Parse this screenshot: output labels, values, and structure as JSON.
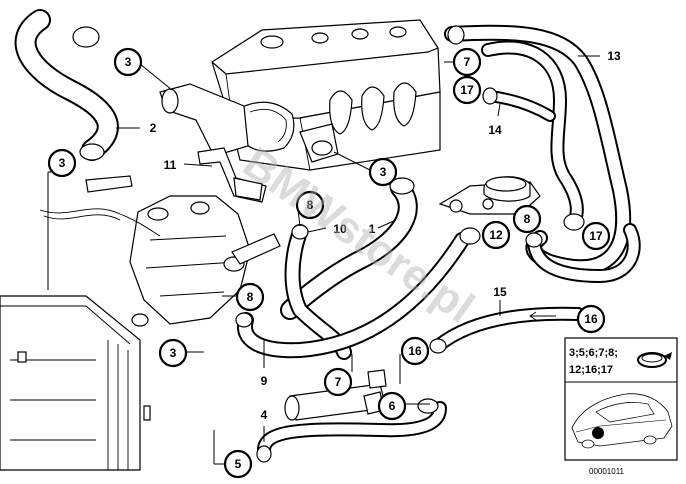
{
  "callouts": [
    {
      "id": "c3a",
      "label": "3"
    },
    {
      "id": "c3b",
      "label": "3"
    },
    {
      "id": "c3c",
      "label": "3"
    },
    {
      "id": "c3d",
      "label": "3"
    },
    {
      "id": "c7a",
      "label": "7"
    },
    {
      "id": "c17a",
      "label": "17"
    },
    {
      "id": "c8a",
      "label": "8"
    },
    {
      "id": "c8b",
      "label": "8"
    },
    {
      "id": "c8c",
      "label": "8"
    },
    {
      "id": "c12",
      "label": "12"
    },
    {
      "id": "c17b",
      "label": "17"
    },
    {
      "id": "c16a",
      "label": "16"
    },
    {
      "id": "c16b",
      "label": "16"
    },
    {
      "id": "c7b",
      "label": "7"
    },
    {
      "id": "c6",
      "label": "6"
    },
    {
      "id": "c5",
      "label": "5"
    }
  ],
  "plain_labels": [
    {
      "id": "l2",
      "label": "2"
    },
    {
      "id": "l11",
      "label": "11"
    },
    {
      "id": "l13",
      "label": "13"
    },
    {
      "id": "l14",
      "label": "14"
    },
    {
      "id": "l1",
      "label": "1"
    },
    {
      "id": "l10",
      "label": "10"
    },
    {
      "id": "l15",
      "label": "15"
    },
    {
      "id": "l9",
      "label": "9"
    },
    {
      "id": "l4",
      "label": "4"
    }
  ],
  "inset": {
    "line1": "3;5;6;7;8;",
    "line2": "12;16;17"
  },
  "document_number": "00001011",
  "watermark": "BMWstore.pl",
  "colors": {
    "line": "#000000",
    "background": "#ffffff",
    "watermark": "#b0b0b0"
  }
}
